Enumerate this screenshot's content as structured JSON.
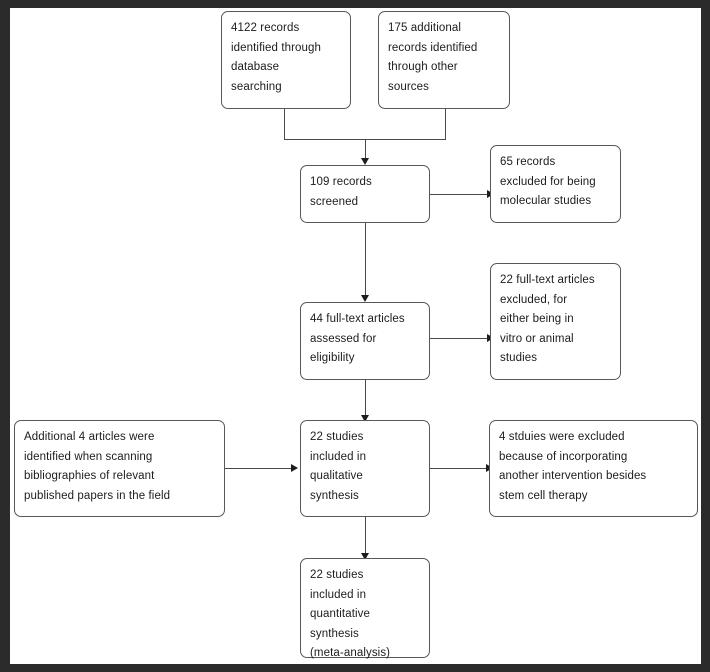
{
  "figure": {
    "kind": "prisma-flow-diagram",
    "canvas_background": "#ffffff",
    "frame_color": "#2b2b2b",
    "box_border_color": "#585858",
    "connector_color": "#4a4a4a",
    "text_color": "#1c1c1c"
  },
  "boxes": {
    "records_identified_database": "4122 records\nidentified through\ndatabase\nsearching",
    "records_identified_other": "175 additional\nrecords identified\nthrough other\nsources",
    "records_screened": "109 records\nscreened",
    "records_excluded_molecular": "65 records\nexcluded for being\nmolecular studies",
    "fulltext_assessed": "44 full-text articles\nassessed for\neligibility",
    "fulltext_excluded": "22 full-text articles\nexcluded, for\neither being in\nvitro or animal\nstudies",
    "additional_articles_bibliographies": "Additional 4 articles were\nidentified when scanning\nbibliographies of relevant\npublished papers in the field",
    "included_qualitative": "22 studies\nincluded in\nqualitative\nsynthesis",
    "excluded_other_intervention": "4 stduies were excluded\nbecause of incorporating\nanother intervention besides\nstem cell therapy",
    "included_quantitative": "22 studies\nincluded in\nquantitative\nsynthesis\n(meta-analysis)"
  },
  "chart_data": {
    "type": "diagram",
    "title": "PRISMA study selection flow diagram",
    "nodes": [
      {
        "id": "records_identified_database",
        "label": "4122 records identified through database searching",
        "count": 4122,
        "stage": "identification"
      },
      {
        "id": "records_identified_other",
        "label": "175 additional records identified through other sources",
        "count": 175,
        "stage": "identification"
      },
      {
        "id": "records_screened",
        "label": "109 records screened",
        "count": 109,
        "stage": "screening"
      },
      {
        "id": "records_excluded_molecular",
        "label": "65 records excluded for being molecular studies",
        "count": 65,
        "stage": "exclusion"
      },
      {
        "id": "fulltext_assessed",
        "label": "44 full-text articles assessed for eligibility",
        "count": 44,
        "stage": "eligibility"
      },
      {
        "id": "fulltext_excluded",
        "label": "22 full-text articles excluded, for either being in vitro or animal studies",
        "count": 22,
        "stage": "exclusion"
      },
      {
        "id": "additional_articles_bibliographies",
        "label": "Additional 4 articles were identified when scanning bibliographies of relevant published papers in the field",
        "count": 4,
        "stage": "identification"
      },
      {
        "id": "included_qualitative",
        "label": "22 studies included in qualitative synthesis",
        "count": 22,
        "stage": "included"
      },
      {
        "id": "excluded_other_intervention",
        "label": "4 stduies were excluded because of incorporating another intervention besides stem cell therapy",
        "count": 4,
        "stage": "exclusion"
      },
      {
        "id": "included_quantitative",
        "label": "22 studies included in quantitative synthesis (meta-analysis)",
        "count": 22,
        "stage": "included"
      }
    ],
    "edges": [
      {
        "from": "records_identified_database",
        "to": "records_screened"
      },
      {
        "from": "records_identified_other",
        "to": "records_screened"
      },
      {
        "from": "records_screened",
        "to": "records_excluded_molecular"
      },
      {
        "from": "records_screened",
        "to": "fulltext_assessed"
      },
      {
        "from": "fulltext_assessed",
        "to": "fulltext_excluded"
      },
      {
        "from": "fulltext_assessed",
        "to": "included_qualitative"
      },
      {
        "from": "additional_articles_bibliographies",
        "to": "included_qualitative"
      },
      {
        "from": "included_qualitative",
        "to": "excluded_other_intervention"
      },
      {
        "from": "included_qualitative",
        "to": "included_quantitative"
      }
    ]
  }
}
